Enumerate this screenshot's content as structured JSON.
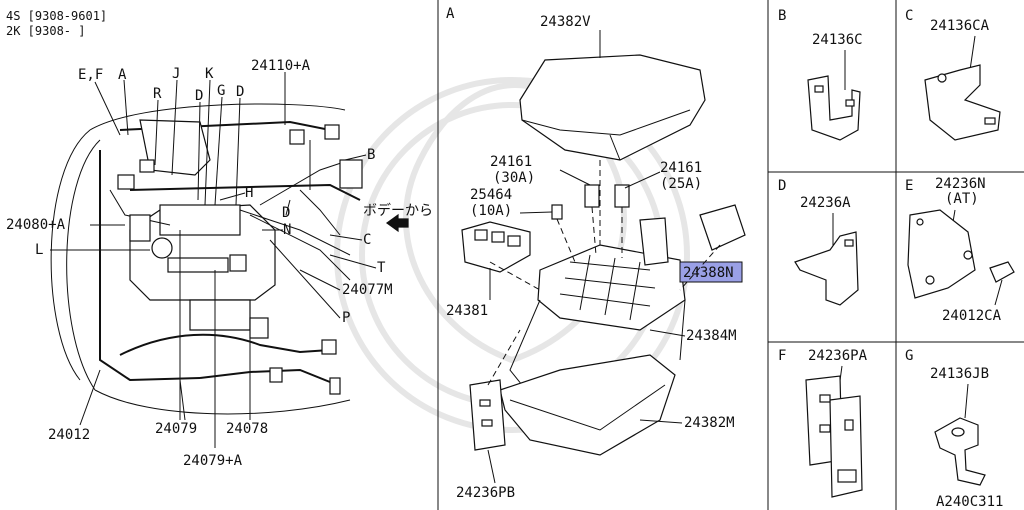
{
  "header": {
    "model_line1": "4S [9308-9601]",
    "model_line2": "2K [9308-      ]"
  },
  "left_panel": {
    "callouts": {
      "ef": "E,F",
      "a": "A",
      "j": "J",
      "k": "K",
      "r": "R",
      "g": "G",
      "d1": "D",
      "d2": "D",
      "d3": "D",
      "b": "B",
      "h": "H",
      "n": "N",
      "c": "C",
      "t": "T",
      "l": "L",
      "p": "P",
      "p24110": "24110+A",
      "p24080": "24080+A",
      "p24077": "24077M",
      "p24012": "24012",
      "p24079": "24079",
      "p24078": "24078",
      "p24079a": "24079+A"
    },
    "body_note": "ボデーから"
  },
  "panel_a": {
    "title": "A",
    "parts": {
      "p24382v": "24382V",
      "p24161a": "24161",
      "p24161a_amp": "(30A)",
      "p24161b": "24161",
      "p24161b_amp": "(25A)",
      "p25464": "25464",
      "p25464_amp": "(10A)",
      "p24388": "24388N",
      "p24381": "24381",
      "p24384": "24384M",
      "p24382m": "24382M",
      "p24236pb": "24236PB"
    }
  },
  "panel_b": {
    "title": "B",
    "part": "24136C"
  },
  "panel_c": {
    "title": "C",
    "part": "24136CA"
  },
  "panel_d": {
    "title": "D",
    "part": "24236A"
  },
  "panel_e": {
    "title": "E",
    "part": "24236N",
    "note": "(AT)",
    "bolt": "24012CA"
  },
  "panel_f": {
    "title": "F",
    "part": "24236PA"
  },
  "panel_g": {
    "title": "G",
    "part": "24136JB"
  },
  "footer": {
    "diagram_code": "A240C311"
  },
  "colors": {
    "line": "#111111",
    "highlight": "#9aa0e6",
    "watermark": "#e6e6e6"
  }
}
